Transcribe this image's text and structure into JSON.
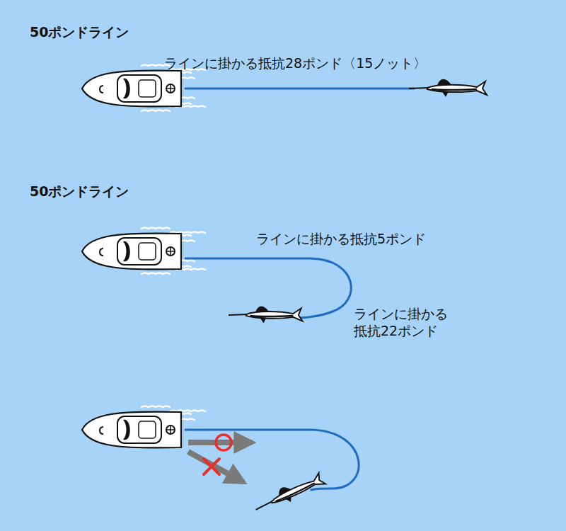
{
  "diagram": {
    "labels": [
      "50ポンドライン",
      "ラインに掛かる抵抗28ポンド〈15ノット〉",
      "50ポンドライン",
      "ラインに掛かる抵抗5ポンド",
      "ラインに掛かる 抵抗22ポンド"
    ]
  }
}
